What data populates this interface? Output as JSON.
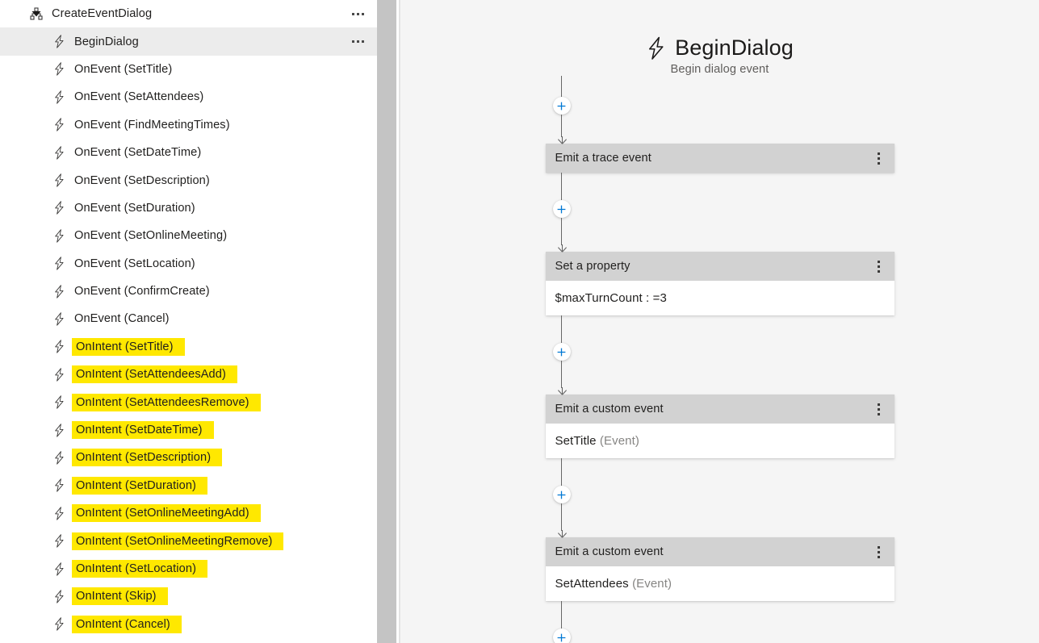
{
  "sidebar": {
    "root": {
      "label": "CreateEventDialog",
      "icon": "hierarchy-icon",
      "twisty": "chevron-down-icon",
      "menu": "ellipsis-icon",
      "expanded": true
    },
    "items": [
      {
        "label": "BeginDialog",
        "icon": "lightning-icon",
        "selected": true,
        "highlighted": false,
        "menu": "ellipsis-icon"
      },
      {
        "label": "OnEvent (SetTitle)",
        "icon": "lightning-icon",
        "selected": false,
        "highlighted": false
      },
      {
        "label": "OnEvent (SetAttendees)",
        "icon": "lightning-icon",
        "selected": false,
        "highlighted": false
      },
      {
        "label": "OnEvent (FindMeetingTimes)",
        "icon": "lightning-icon",
        "selected": false,
        "highlighted": false
      },
      {
        "label": "OnEvent (SetDateTime)",
        "icon": "lightning-icon",
        "selected": false,
        "highlighted": false
      },
      {
        "label": "OnEvent (SetDescription)",
        "icon": "lightning-icon",
        "selected": false,
        "highlighted": false
      },
      {
        "label": "OnEvent (SetDuration)",
        "icon": "lightning-icon",
        "selected": false,
        "highlighted": false
      },
      {
        "label": "OnEvent (SetOnlineMeeting)",
        "icon": "lightning-icon",
        "selected": false,
        "highlighted": false
      },
      {
        "label": "OnEvent (SetLocation)",
        "icon": "lightning-icon",
        "selected": false,
        "highlighted": false
      },
      {
        "label": "OnEvent (ConfirmCreate)",
        "icon": "lightning-icon",
        "selected": false,
        "highlighted": false
      },
      {
        "label": "OnEvent (Cancel)",
        "icon": "lightning-icon",
        "selected": false,
        "highlighted": false
      },
      {
        "label": "OnIntent (SetTitle)",
        "icon": "lightning-icon",
        "selected": false,
        "highlighted": true
      },
      {
        "label": "OnIntent (SetAttendeesAdd)",
        "icon": "lightning-icon",
        "selected": false,
        "highlighted": true
      },
      {
        "label": "OnIntent (SetAttendeesRemove)",
        "icon": "lightning-icon",
        "selected": false,
        "highlighted": true
      },
      {
        "label": "OnIntent (SetDateTime)",
        "icon": "lightning-icon",
        "selected": false,
        "highlighted": true
      },
      {
        "label": "OnIntent (SetDescription)",
        "icon": "lightning-icon",
        "selected": false,
        "highlighted": true
      },
      {
        "label": "OnIntent (SetDuration)",
        "icon": "lightning-icon",
        "selected": false,
        "highlighted": true
      },
      {
        "label": "OnIntent (SetOnlineMeetingAdd)",
        "icon": "lightning-icon",
        "selected": false,
        "highlighted": true
      },
      {
        "label": "OnIntent (SetOnlineMeetingRemove)",
        "icon": "lightning-icon",
        "selected": false,
        "highlighted": true
      },
      {
        "label": "OnIntent (SetLocation)",
        "icon": "lightning-icon",
        "selected": false,
        "highlighted": true
      },
      {
        "label": "OnIntent (Skip)",
        "icon": "lightning-icon",
        "selected": false,
        "highlighted": true
      },
      {
        "label": "OnIntent (Cancel)",
        "icon": "lightning-icon",
        "selected": false,
        "highlighted": true
      }
    ]
  },
  "canvas": {
    "header": {
      "icon": "lightning-icon",
      "title": "BeginDialog",
      "subtitle": "Begin dialog event"
    },
    "nodes": [
      {
        "header": "Emit a trace event",
        "menu": "ellipsis-vertical-icon",
        "body": null,
        "body_dim": null
      },
      {
        "header": "Set a property",
        "menu": "ellipsis-vertical-icon",
        "body": "$maxTurnCount : =3",
        "body_dim": null
      },
      {
        "header": "Emit a custom event",
        "menu": "ellipsis-vertical-icon",
        "body": "SetTitle",
        "body_dim": "(Event)"
      },
      {
        "header": "Emit a custom event",
        "menu": "ellipsis-vertical-icon",
        "body": "SetAttendees",
        "body_dim": "(Event)"
      }
    ],
    "add_button_label": "+"
  },
  "colors": {
    "highlight": "#ffe800",
    "selected_row": "#ececec",
    "card_header": "#d2d2d2",
    "canvas_bg": "#f5f5f5",
    "accent_plus": "#0078d4",
    "scrollbar_thumb": "#c4c4c4"
  }
}
